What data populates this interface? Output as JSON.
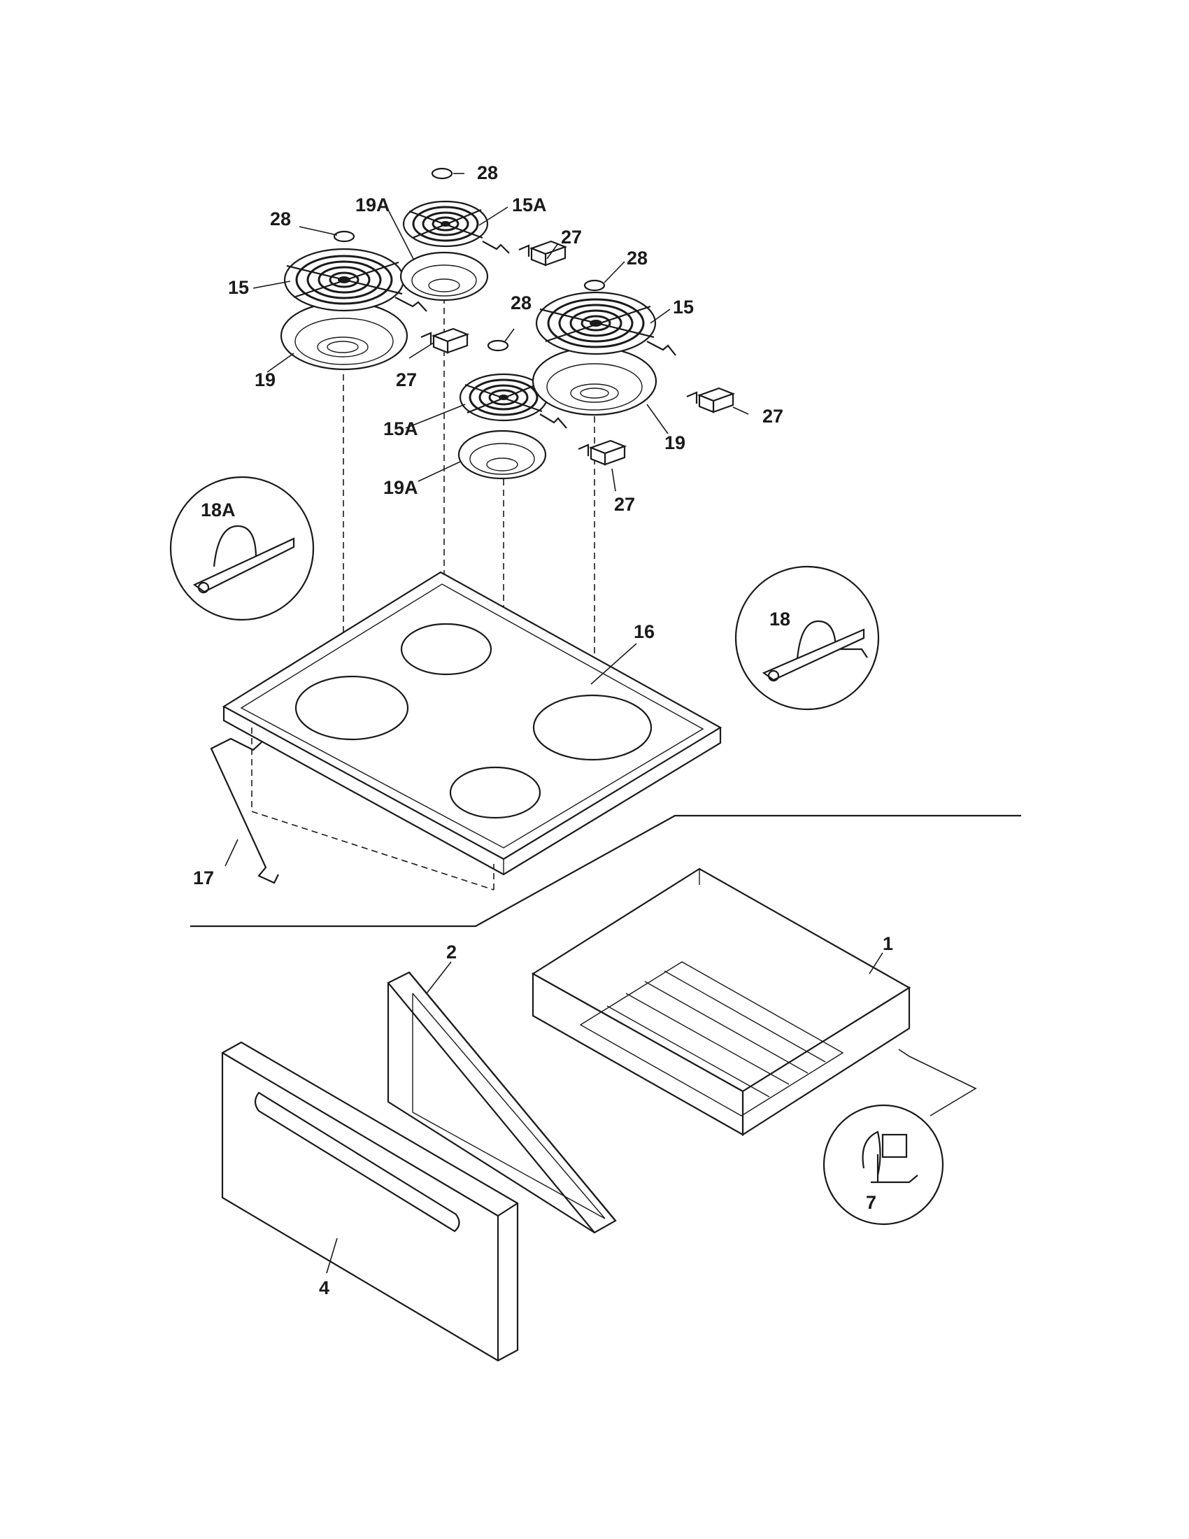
{
  "callouts": {
    "c28a": "28",
    "c28b": "28",
    "c28c": "28",
    "c28d": "28",
    "c19A_top": "19A",
    "c15A_top": "15A",
    "c27a": "27",
    "c15_left": "15",
    "c19_left": "19",
    "c27b": "27",
    "c15_right": "15",
    "c15A_mid": "15A",
    "c19A_mid": "19A",
    "c19_right": "19",
    "c27c": "27",
    "c27d": "27",
    "c18A": "18A",
    "c16": "16",
    "c18": "18",
    "c17": "17",
    "c2": "2",
    "c1": "1",
    "c7": "7",
    "c4": "4"
  },
  "colors": {
    "ink": "#1a1a1a",
    "paper": "#ffffff"
  }
}
